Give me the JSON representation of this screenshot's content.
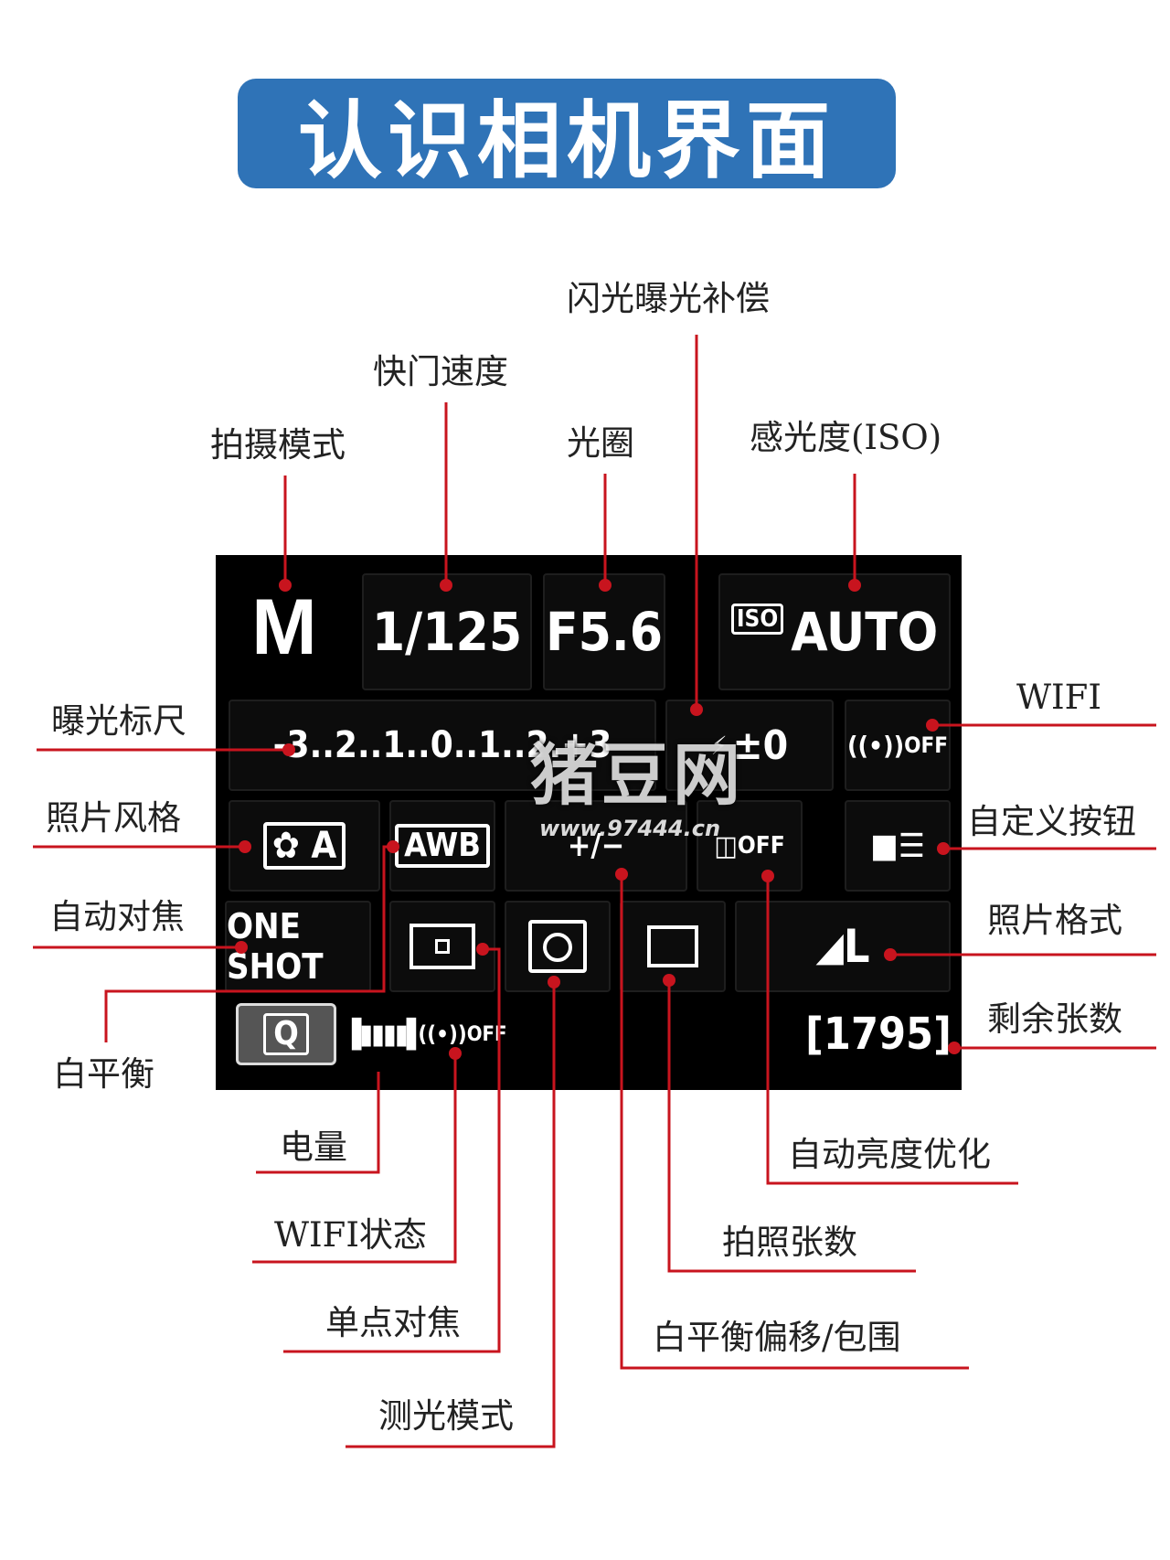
{
  "title": "认识相机界面",
  "screen": {
    "mode": "M",
    "shutter": "1/125",
    "aperture": "F5.6",
    "iso_badge": "ISO",
    "iso_value": "AUTO",
    "exposure_scale": "-3..2..1..0..1..2.+3",
    "flash_comp": "±0",
    "wifi_icon_text": "OFF",
    "picture_style": "A",
    "white_balance": "AWB",
    "wb_shift": "+/−",
    "alo_text": "OFF",
    "af_mode": "ONE SHOT",
    "image_quality": "L",
    "q_button": "Q",
    "wifi_status_text": "OFF",
    "shots_remaining": "[1795]"
  },
  "watermark": {
    "brand": "猪豆网",
    "url": "www.97444.cn"
  },
  "labels": {
    "flash_exposure_comp": "闪光曝光补偿",
    "shutter_speed": "快门速度",
    "shooting_mode": "拍摄模式",
    "aperture": "光圈",
    "iso": "感光度(ISO)",
    "exposure_meter": "曝光标尺",
    "wifi": "WIFI",
    "picture_style": "照片风格",
    "custom_button": "自定义按钮",
    "autofocus": "自动对焦",
    "image_format": "照片格式",
    "white_balance": "白平衡",
    "shots_remaining": "剩余张数",
    "battery": "电量",
    "auto_lighting": "自动亮度优化",
    "wifi_status": "WIFI状态",
    "drive_mode": "拍照张数",
    "single_point_af": "单点对焦",
    "wb_shift": "白平衡偏移/包围",
    "metering_mode": "测光模式"
  },
  "colors": {
    "banner": "#2f73b7",
    "leader_line": "#c8141e",
    "screen_bg": "#000000"
  }
}
